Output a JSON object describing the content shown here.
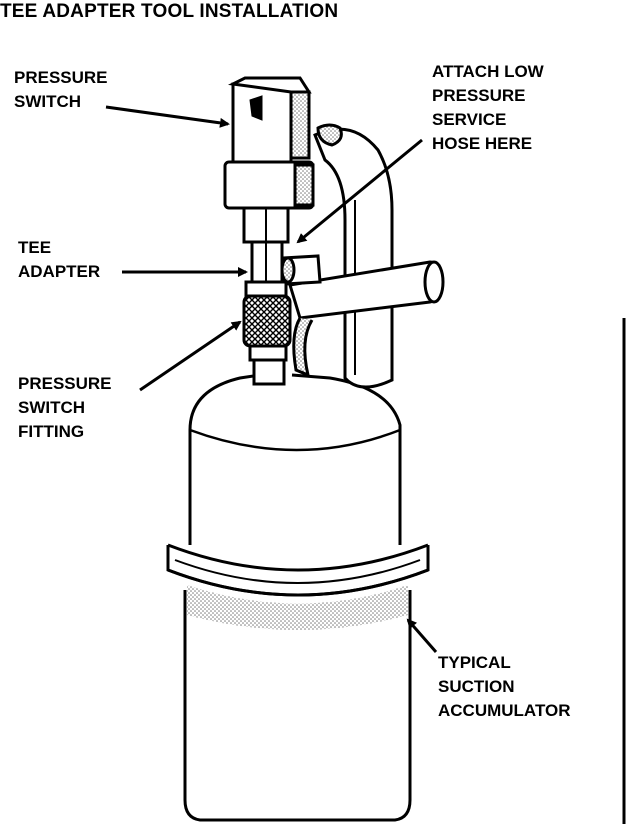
{
  "title": "TEE ADAPTER TOOL INSTALLATION",
  "labels": {
    "pressure_switch": [
      "PRESSURE",
      "SWITCH"
    ],
    "attach_hose": [
      "ATTACH LOW",
      "PRESSURE",
      "SERVICE",
      "HOSE HERE"
    ],
    "tee_adapter": [
      "TEE",
      "ADAPTER"
    ],
    "pressure_switch_fitting": [
      "PRESSURE",
      "SWITCH",
      "FITTING"
    ],
    "accumulator": [
      "TYPICAL",
      "SUCTION",
      "ACCUMULATOR"
    ]
  }
}
